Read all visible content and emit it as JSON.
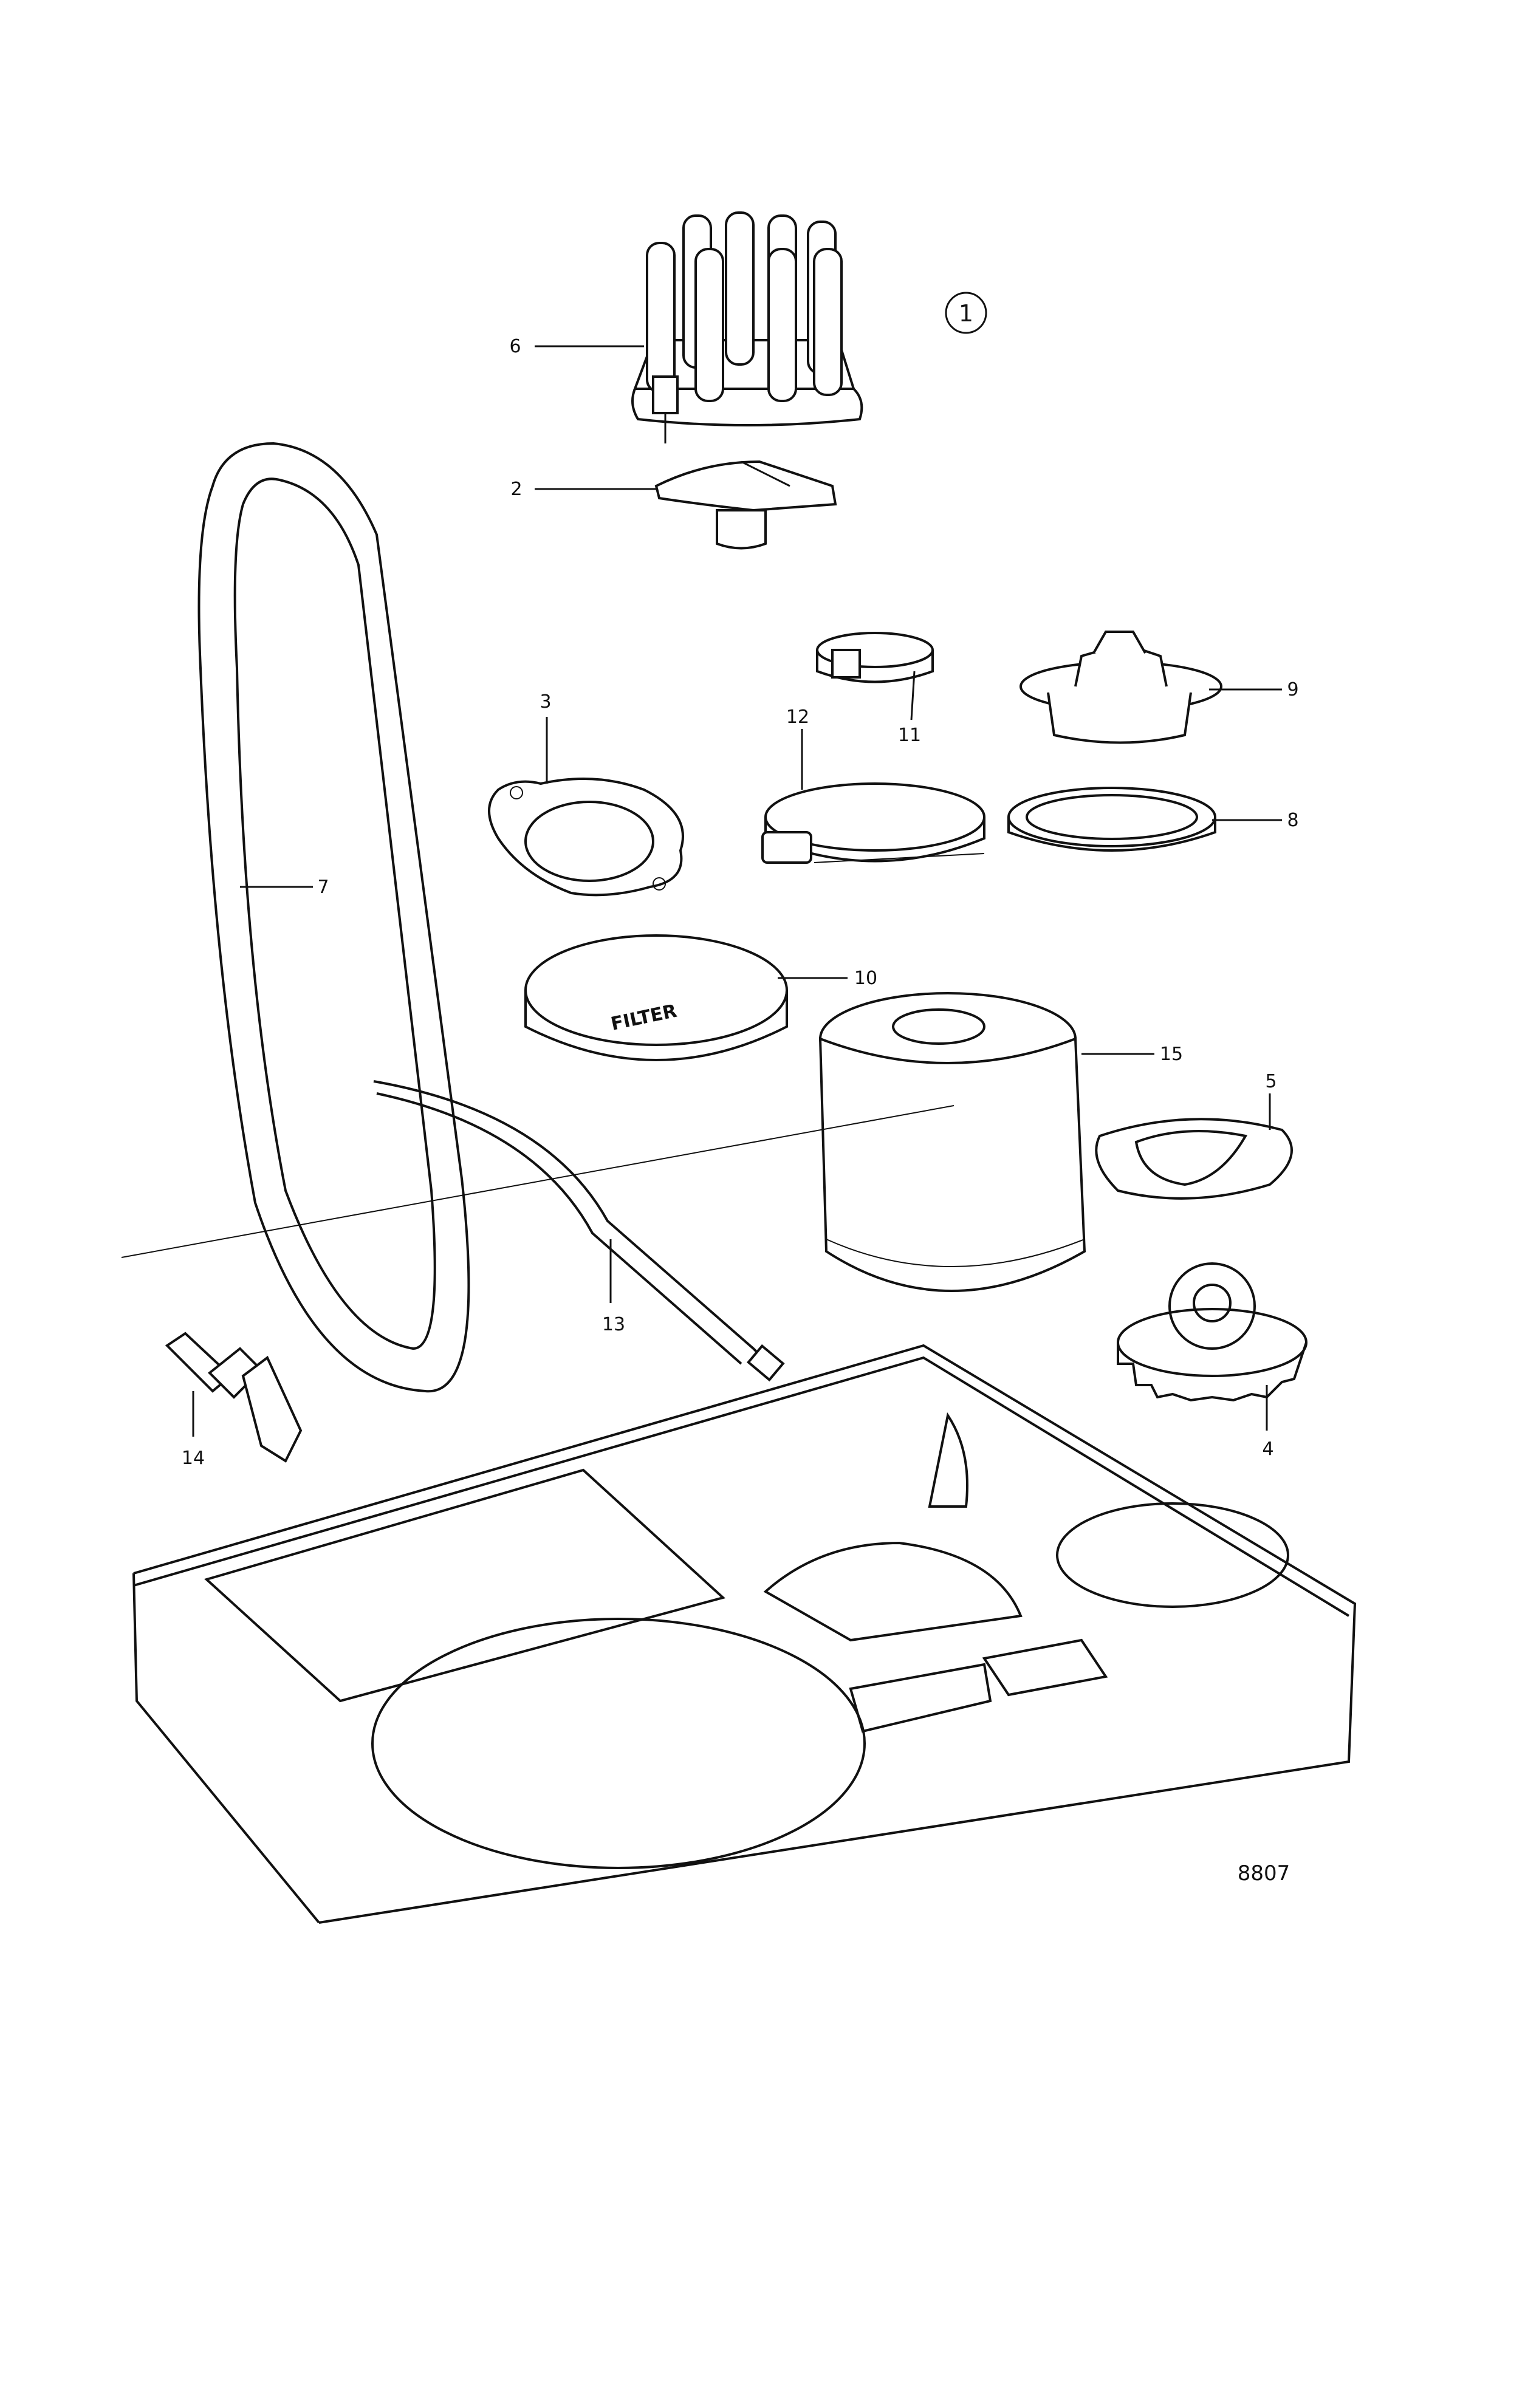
{
  "diagram": {
    "kit_marker": "1",
    "figure_ref": "8807",
    "callouts": [
      {
        "id": "6",
        "label": "6"
      },
      {
        "id": "2",
        "label": "2"
      },
      {
        "id": "11",
        "label": "11"
      },
      {
        "id": "9",
        "label": "9"
      },
      {
        "id": "3",
        "label": "3"
      },
      {
        "id": "12",
        "label": "12"
      },
      {
        "id": "8",
        "label": "8"
      },
      {
        "id": "7",
        "label": "7"
      },
      {
        "id": "10",
        "label": "10"
      },
      {
        "id": "15",
        "label": "15"
      },
      {
        "id": "5",
        "label": "5"
      },
      {
        "id": "13",
        "label": "13"
      },
      {
        "id": "4",
        "label": "4"
      },
      {
        "id": "14",
        "label": "14"
      }
    ],
    "filter_lid_text": "FILTER"
  }
}
